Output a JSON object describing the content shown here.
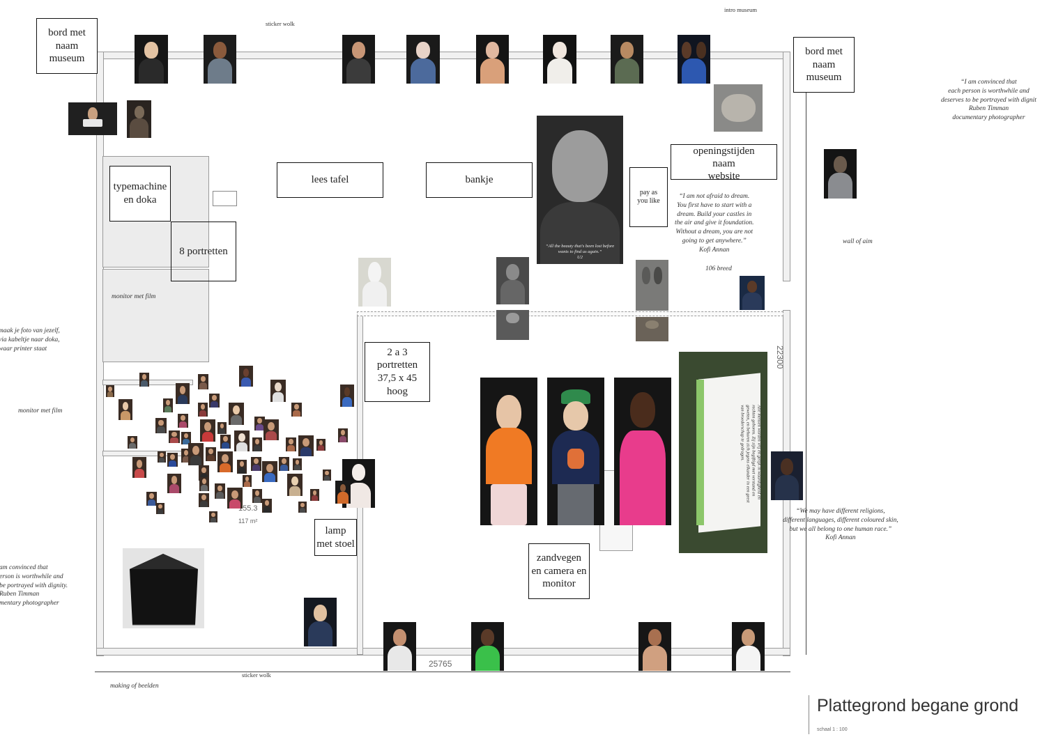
{
  "labels": {
    "bord_left": "bord met\nnaam\nmuseum",
    "bord_right": "bord met\nnaam\nmuseum",
    "typemachine": "typemachine\nen doka",
    "portretten8": "8 portretten",
    "lees_tafel": "lees tafel",
    "bankje": "bankje",
    "pay": "pay as\nyou like",
    "openingstijden": "openingstijden\nnaam\nwebsite",
    "portretten23": "2 a 3\nportretten\n37,5 x 45\nhoog",
    "lamp": "lamp\nmet stoel",
    "zandvegen": "zandvegen\nen camera en\nmonitor"
  },
  "notes": {
    "sticker_wolk_top": "sticker wolk",
    "sticker_wolk_bottom": "sticker wolk",
    "intro_museum": "intro museum",
    "monitor_film_1": "monitor met film",
    "monitor_film_2": "monitor met film",
    "maak_foto": "maak je foto van jezelf,\nvia kabeltje naar doka,\nwaar printer staat",
    "wall_of_aim": "wall of aim",
    "making_of": "making of beelden",
    "breed": "106 breed",
    "quote_timman_right": "“I am convinced that\neach person is worthwhile and\ndeserves to be portrayed with dignit\nRuben Timman\ndocumentary photographer",
    "quote_timman_left": "am convinced that\nerson is worthwhile and\nbe portrayed with dignity.\nRuben Timman\nmentary photographer",
    "quote_annan_1": "“I am not afraid to dream.\nYou first have to start with a\ndream. Build your castles in\nthe air and give it foundation.\nWithout a dream, you are not\ngoing to get anywhere.”\nKofi Annan",
    "quote_annan_2": "“We may have different religions,\ndifferent languages, different coloured skin,\nbut we all belong to one human race.”\nKofi Annan",
    "u2_caption": "“All the beauty that's been lost before\nwants to find us again.”\nU2",
    "banner_text": "Alle mensen worden vrij en gelijk in waardigheid en\nrechten geboren. Zij zijn begiftigd met verstand en\ngeweten, en behoren zich jegens elkander in een geest\nvan broederschap te gedragen."
  },
  "dimensions": {
    "height": "22300",
    "width": "25765",
    "area_num": "155.3",
    "area_m2": "117 m²"
  },
  "title_block": {
    "title": "Plattegrond begane grond",
    "scale": "schaal 1 : 100"
  },
  "colors": {
    "wall_fill": "#f1f1f1",
    "wall_line": "#9a9a9a",
    "portrait_bg": "#1a1a1a",
    "orange_sweater": "#f07a24",
    "pink_dress": "#e83c8c",
    "green_cap": "#2f8a4c",
    "navy": "#1d2a52"
  }
}
